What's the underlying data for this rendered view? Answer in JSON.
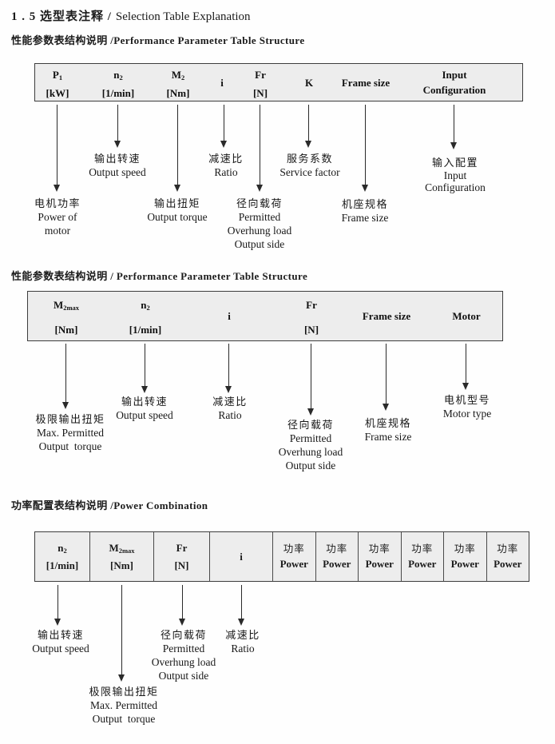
{
  "colors": {
    "table_bg": "#ededed",
    "table_border": "#3d3d3d",
    "text": "#1b1b1b"
  },
  "page": {
    "title_zh": "1 . 5 选型表注释 /",
    "title_en": "Selection Table Explanation"
  },
  "sections": {
    "s1": {
      "heading": "性能参数表结构说明 /Performance Parameter Table Structure",
      "table": {
        "cols": [
          {
            "main": "P",
            "sub": "1",
            "unit": "[kW]"
          },
          {
            "main": "n",
            "sub": "2",
            "unit": "[1/min]"
          },
          {
            "main": "M",
            "sub": "2",
            "unit": "[Nm]"
          },
          {
            "single": "i"
          },
          {
            "main": "Fr",
            "sub": "",
            "unit": "[N]"
          },
          {
            "single": "K"
          },
          {
            "single": "Frame size"
          },
          {
            "line1": "Input",
            "line2": "Configuration"
          }
        ]
      },
      "labels": [
        [
          "电机功率",
          "Power of",
          "motor"
        ],
        [
          "输出转速",
          "Output speed"
        ],
        [
          "输出扭矩",
          "Output torque"
        ],
        [
          "减速比",
          "Ratio"
        ],
        [
          "径向载荷",
          "Permitted",
          "Overhung load",
          "Output side"
        ],
        [
          "服务系数",
          "Service factor"
        ],
        [
          "机座规格",
          "Frame size"
        ],
        [
          "输入配置",
          "Input",
          "Configuration"
        ]
      ]
    },
    "s2": {
      "heading": "性能参数表结构说明 / Performance Parameter Table Structure",
      "table": {
        "cols": [
          {
            "main": "M",
            "sub": "2max",
            "unit": "[Nm]"
          },
          {
            "main": "n",
            "sub": "2",
            "unit": "[1/min]"
          },
          {
            "single": "i"
          },
          {
            "main": "Fr",
            "sub": "",
            "unit": "[N]"
          },
          {
            "single": "Frame size"
          },
          {
            "single": "Motor"
          }
        ]
      },
      "labels": [
        [
          "极限输出扭矩",
          "Max. Permitted",
          "Output  torque"
        ],
        [
          "输出转速",
          "Output speed"
        ],
        [
          "减速比",
          "Ratio"
        ],
        [
          "径向载荷",
          "Permitted",
          "Overhung load",
          "Output side"
        ],
        [
          "机座规格",
          "Frame size"
        ],
        [
          "电机型号",
          "Motor type"
        ]
      ]
    },
    "s3": {
      "heading": "功率配置表结构说明 /Power Combination",
      "table": {
        "cols": [
          {
            "main": "n",
            "sub": "2",
            "unit": "[1/min]"
          },
          {
            "main": "M",
            "sub": "2max",
            "unit": "[Nm]"
          },
          {
            "main": "Fr",
            "sub": "",
            "unit": "[N]"
          },
          {
            "single": "i"
          }
        ],
        "power_zh": "功率",
        "power_en": "Power"
      },
      "labels": [
        [
          "输出转速",
          "Output speed"
        ],
        [
          "极限输出扭矩",
          "Max. Permitted",
          "Output  torque"
        ],
        [
          "径向载荷",
          "Permitted",
          "Overhung load",
          "Output side"
        ],
        [
          "减速比",
          "Ratio"
        ]
      ]
    }
  }
}
